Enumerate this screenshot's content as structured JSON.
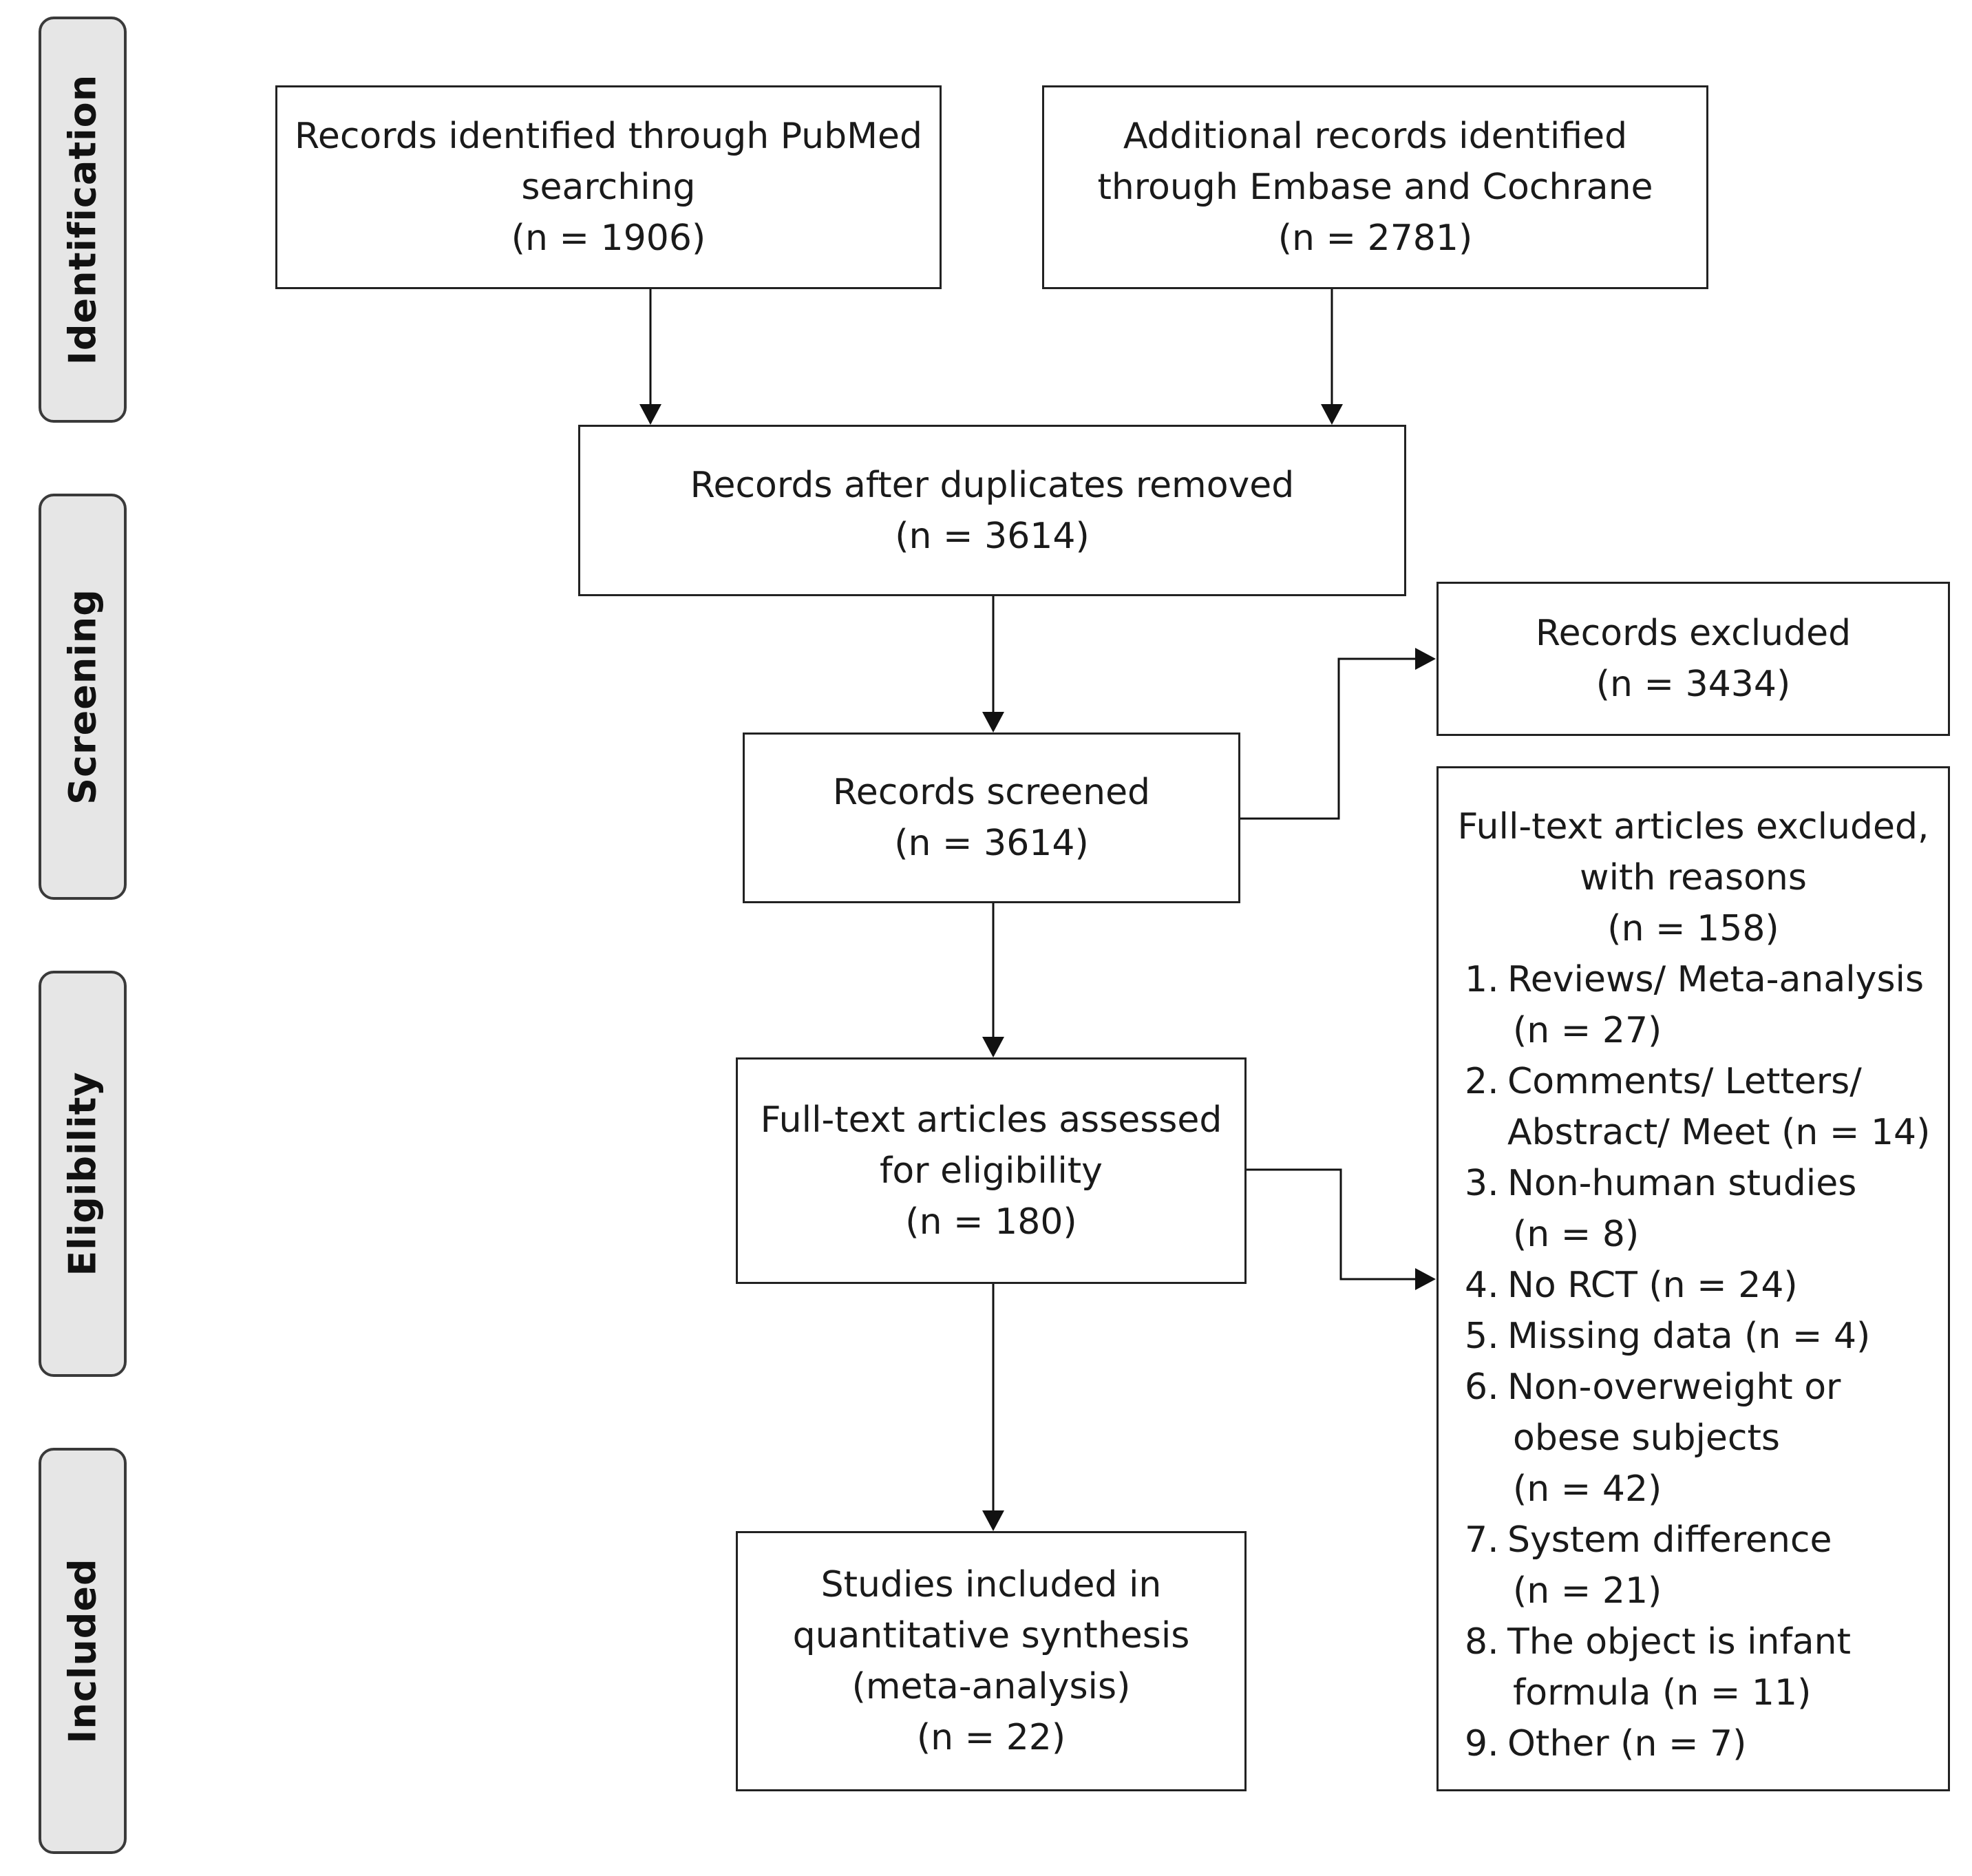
{
  "stages": [
    "Identification",
    "Screening",
    "Eligibility",
    "Included"
  ],
  "boxes": {
    "pubmed": {
      "lines": [
        "Records identified through PubMed",
        "searching",
        "(n = 1906)"
      ]
    },
    "additional": {
      "lines": [
        "Additional records identified",
        "through Embase and Cochrane",
        "(n = 2781)"
      ]
    },
    "duplicates_removed": {
      "lines": [
        "Records after duplicates removed",
        "(n = 3614)"
      ]
    },
    "screened": {
      "lines": [
        "Records screened",
        "(n = 3614)"
      ]
    },
    "excluded": {
      "lines": [
        "Records excluded",
        "(n = 3434)"
      ]
    },
    "fulltext_assessed": {
      "lines": [
        "Full-text articles assessed",
        "for eligibility",
        "(n = 180)"
      ]
    },
    "included": {
      "lines": [
        "Studies included in",
        "quantitative synthesis",
        "(meta-analysis)",
        "(n = 22)"
      ]
    }
  },
  "fulltext_excluded": {
    "heading": [
      "Full-text articles excluded,",
      "with reasons",
      "(n = 158)"
    ],
    "reasons": [
      {
        "num": "1.",
        "lines": [
          "Reviews/ Meta-analysis",
          "(n = 27)"
        ]
      },
      {
        "num": "2.",
        "lines": [
          "Comments/ Letters/",
          "Abstract/ Meet (n = 14)"
        ]
      },
      {
        "num": "3.",
        "lines": [
          "Non-human studies",
          "(n = 8)"
        ]
      },
      {
        "num": "4.",
        "lines": [
          "No RCT (n = 24)"
        ]
      },
      {
        "num": "5.",
        "lines": [
          "Missing data (n = 4)"
        ]
      },
      {
        "num": "6.",
        "lines": [
          "Non-overweight or",
          "obese subjects",
          "(n = 42)"
        ]
      },
      {
        "num": "7.",
        "lines": [
          "System difference",
          "(n = 21)"
        ]
      },
      {
        "num": "8.",
        "lines": [
          "The object is infant",
          "formula (n = 11)"
        ]
      },
      {
        "num": "9.",
        "lines": [
          "Other (n = 7)"
        ]
      }
    ]
  }
}
